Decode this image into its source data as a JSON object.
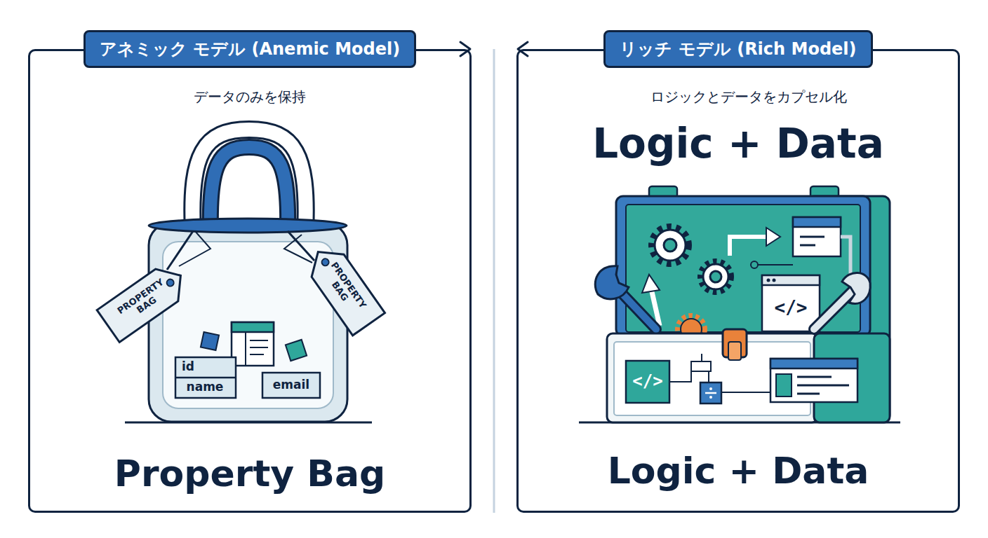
{
  "diagram": {
    "nodes": [
      {
        "text": [
          "データのみを保持",
          "Property Bag"
        ]
      },
      {
        "text": [
          "アネミック モデル (Anemic Model)"
        ],
        "in": 0
      },
      {
        "text": [
          "ロジックとデータをカプセル化",
          "Logic + Data",
          "Logic + Data"
        ]
      },
      {
        "text": [
          "リッチ モデル (Rich Model)"
        ],
        "in": 2
      }
    ],
    "labels": [
      "PROPERTY BAG",
      "PROPERTY BAG",
      "id",
      "name",
      "email",
      "</>",
      "</>"
    ]
  }
}
